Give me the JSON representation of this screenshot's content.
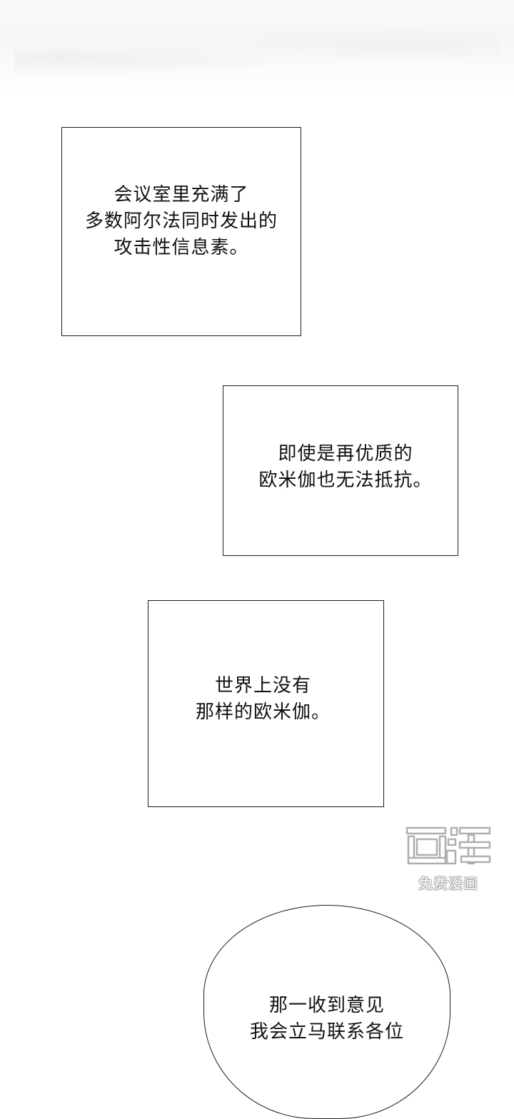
{
  "panels": [
    {
      "text": "会议室里充满了\n多数阿尔法同时发出的\n攻击性信息素。"
    },
    {
      "text": "即使是再优质的\n欧米伽也无法抵抗。"
    },
    {
      "text": "世界上没有\n那样的欧米伽。"
    }
  ],
  "speech_bubble": {
    "text": "那一收到意见\n我会立马联系各位"
  },
  "watermark": {
    "logo_text": "画涯",
    "subtitle": "免费漫画",
    "color": "#888888"
  }
}
